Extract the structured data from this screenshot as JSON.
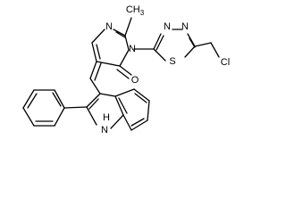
{
  "atom_labels": {
    "methyl": "CH3",
    "imidazolone_n_top": "N",
    "imidazolone_n_right": "N",
    "carbonyl_o": "O",
    "thiadiazole_n_a": "N",
    "thiadiazole_n_b": "N",
    "thiadiazole_s": "S",
    "chloro": "Cl",
    "indole_nh": "H N"
  }
}
